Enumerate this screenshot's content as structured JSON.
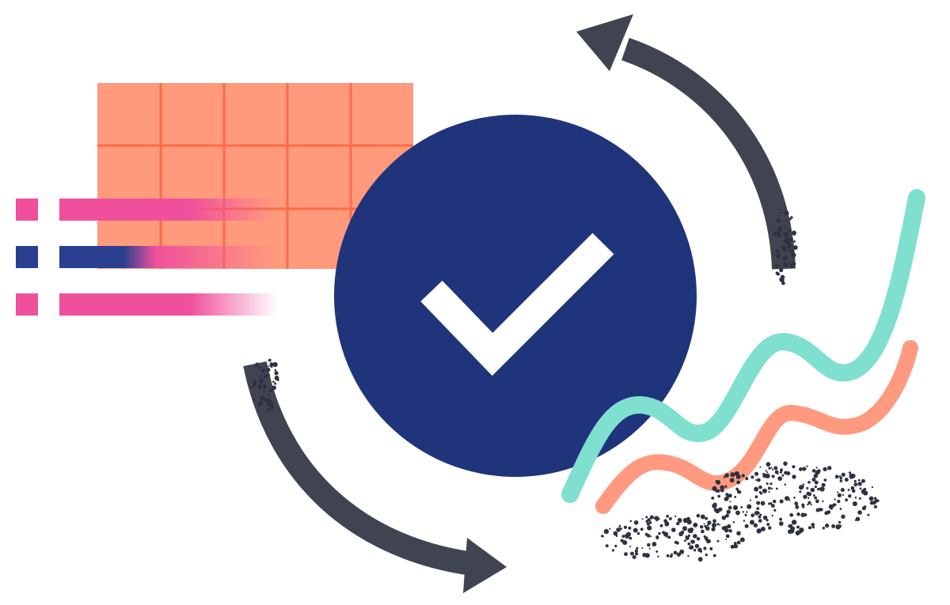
{
  "illustration": {
    "colors": {
      "grid_fill": "#FF9A7D",
      "grid_lines": "#FF6B45",
      "pink": "#F0509B",
      "blue_square": "#2A3F8F",
      "circle": "#1F347A",
      "check": "#FFFFFF",
      "arrows": "#3F4450",
      "teal_wave": "#7FE0CF",
      "salmon_wave": "#FF9A80",
      "speckle": "#2E3240"
    },
    "icons": [
      "grid",
      "list",
      "check-circle",
      "cycle-arrows",
      "wave-lines"
    ]
  }
}
